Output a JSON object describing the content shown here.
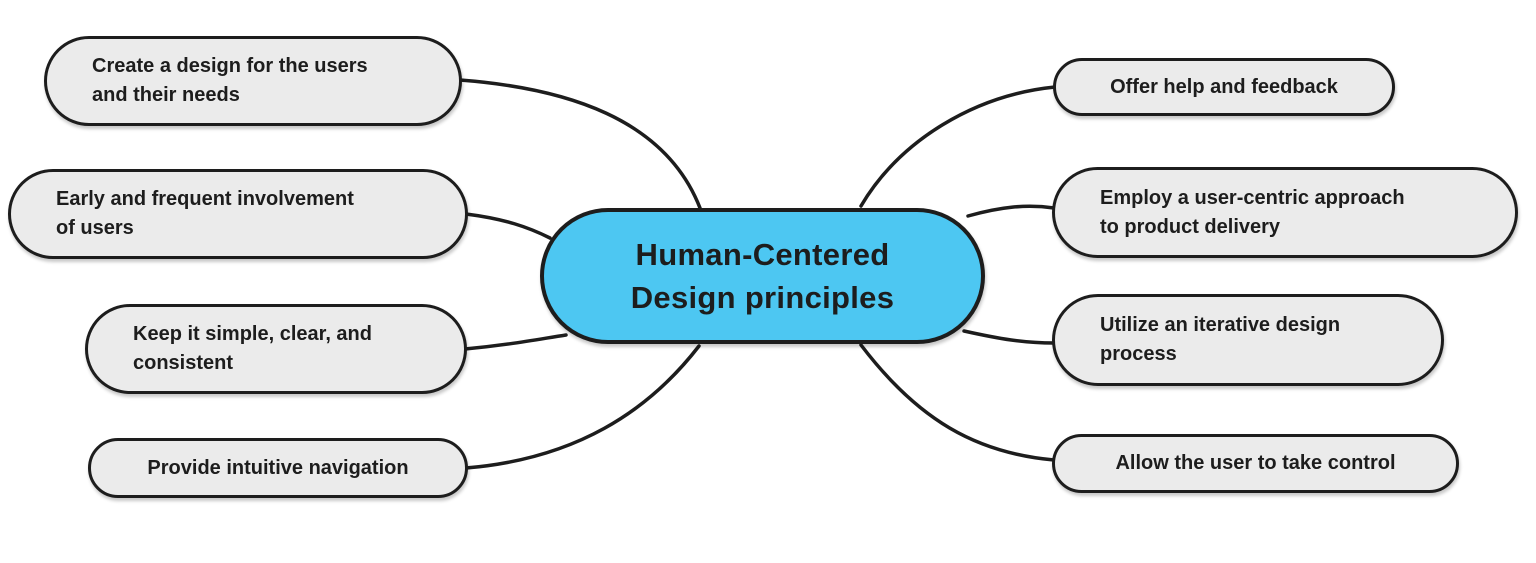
{
  "diagram": {
    "type": "mindmap",
    "center": {
      "label": "Human-Centered\nDesign principles"
    },
    "left_nodes": [
      {
        "label": "Create a design for the users\nand their needs"
      },
      {
        "label": "Early and frequent involvement\nof users"
      },
      {
        "label": "Keep it simple, clear, and\nconsistent"
      },
      {
        "label": "Provide intuitive navigation"
      }
    ],
    "right_nodes": [
      {
        "label": "Offer help and feedback"
      },
      {
        "label": "Employ a user-centric approach\nto product delivery"
      },
      {
        "label": "Utilize an iterative design\nprocess"
      },
      {
        "label": "Allow the user to take control"
      }
    ],
    "colors": {
      "center_fill": "#4DC7F2",
      "node_fill": "#EBEBEB",
      "line_color": "#1D1D1D",
      "text_color": "#1D1D1D",
      "background": "#FFFFFF"
    }
  }
}
